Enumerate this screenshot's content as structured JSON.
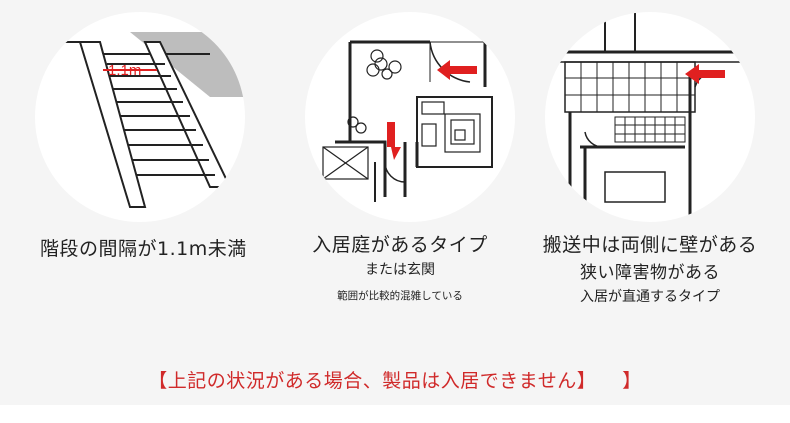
{
  "scenes": [
    {
      "label": "1.1m",
      "caption": "階段の間隔が1.1m未満"
    },
    {
      "caption": "入居庭があるタイプ",
      "sub1": "または玄関",
      "sub2": "範囲が比較的混雑している"
    },
    {
      "caption": "搬送中は両側に壁がある",
      "sub1": "狭い障害物がある",
      "sub2": "入居が直通するタイプ"
    }
  ],
  "warning": {
    "text": "【上記の状況がある場合、製品は入居できません】",
    "close": "】"
  },
  "colors": {
    "accent": "#e02020",
    "warning": "#d02a2a",
    "panel": "#f5f5f5"
  }
}
